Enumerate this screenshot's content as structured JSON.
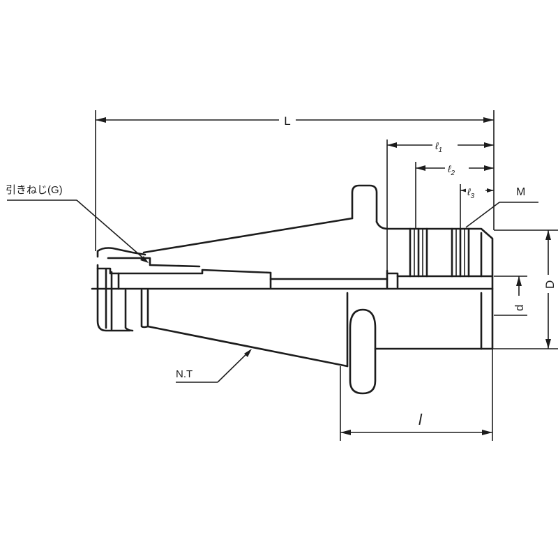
{
  "labels": {
    "L": "L",
    "l1": "ℓ",
    "l1_sub": "1",
    "l2": "ℓ",
    "l2_sub": "2",
    "l3": "ℓ",
    "l3_sub": "3",
    "M": "M",
    "pull_stud": "引きねじ(G)",
    "D": "D",
    "d": "d",
    "NT": "N.T",
    "l_lower": "l"
  }
}
